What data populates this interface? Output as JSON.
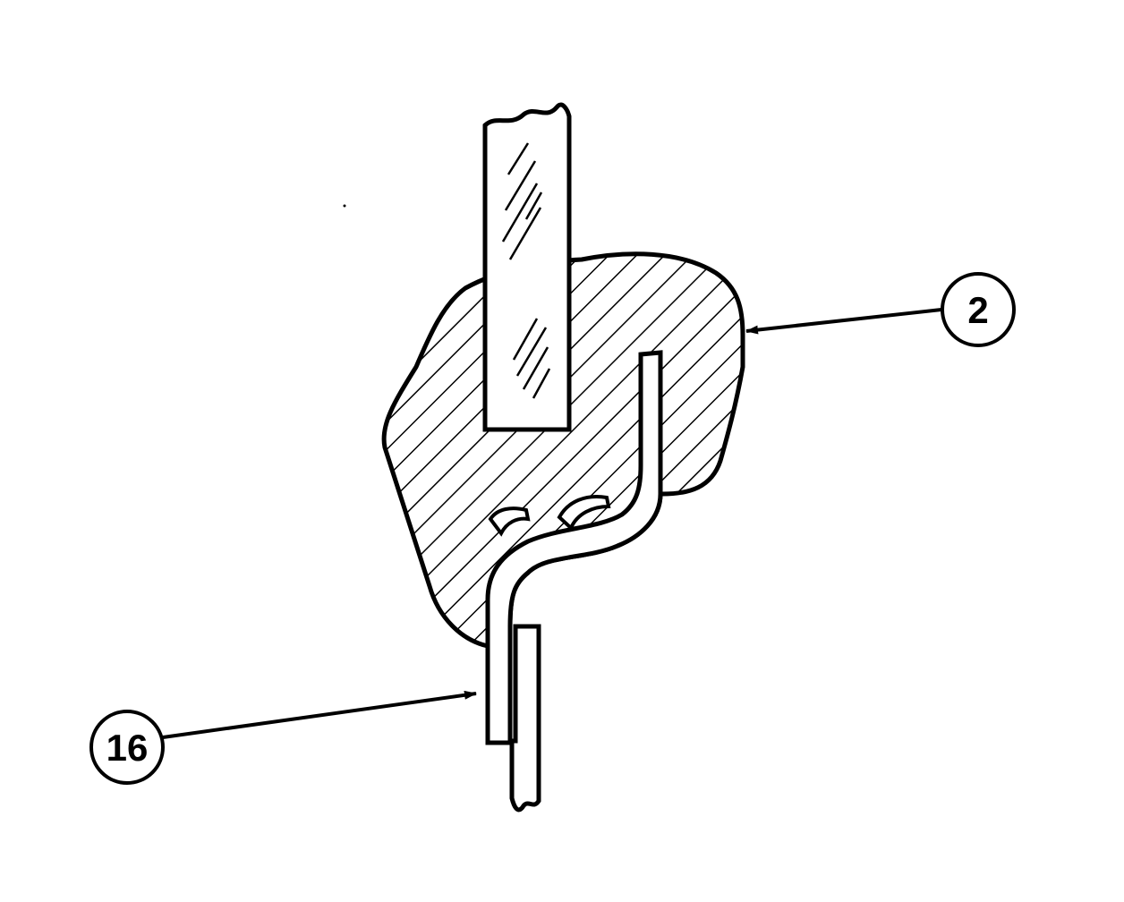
{
  "colors": {
    "ink": "#000000",
    "paper": "#ffffff"
  },
  "callouts": [
    {
      "id": "callout-2",
      "label": "2"
    },
    {
      "id": "callout-16",
      "label": "16"
    }
  ]
}
